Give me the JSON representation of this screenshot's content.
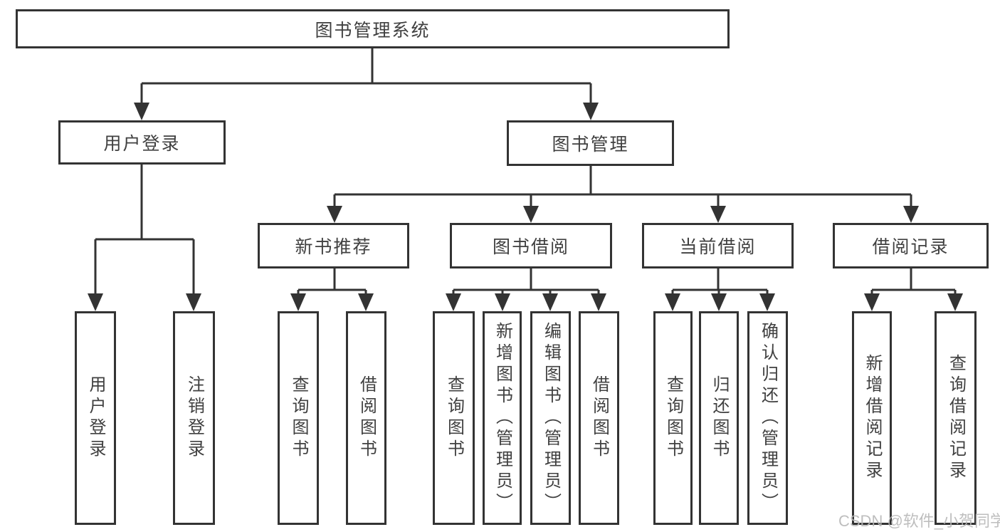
{
  "diagram": {
    "title": "图书管理系统",
    "groups": [
      {
        "label": "用户登录",
        "children": [
          "用户登录",
          "注销登录"
        ]
      },
      {
        "label": "图书管理",
        "subgroups": [
          {
            "label": "新书推荐",
            "children": [
              "查询图书",
              "借阅图书"
            ]
          },
          {
            "label": "图书借阅",
            "children": [
              "查询图书",
              "新增图书（管理员）",
              "编辑图书（管理员）",
              "借阅图书"
            ]
          },
          {
            "label": "当前借阅",
            "children": [
              "查询图书",
              "归还图书",
              "确认归还（管理员）"
            ]
          },
          {
            "label": "借阅记录",
            "children": [
              "新增借阅记录",
              "查询借阅记录"
            ]
          }
        ]
      }
    ]
  },
  "watermark": {
    "text": "CSDN @软件_小贺同学"
  },
  "colors": {
    "line": "#333333",
    "box_border": "#333333",
    "text": "#404040",
    "watermark": "#b8b8b8",
    "background": "#ffffff"
  }
}
